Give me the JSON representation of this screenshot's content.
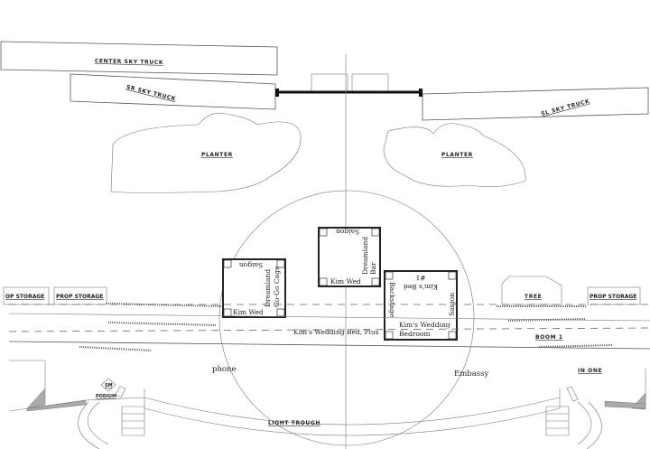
{
  "trucks": {
    "center": "CENTER SKY TRUCK",
    "sr": "SR SKY TRUCK",
    "sl": "SL SKY TRUCK"
  },
  "planters": {
    "left": "PLANTER",
    "right": "PLANTER"
  },
  "storage": {
    "left_partial": "OP STORAGE",
    "left": "PROP STORAGE",
    "right": "PROP STORAGE",
    "tree": "TREE"
  },
  "units": {
    "gogo_cage": {
      "top": "Saigon",
      "name_line1": "Dreamland",
      "name_line2": "Go-Go Cage",
      "bottom": "Kim Wed"
    },
    "bar": {
      "top": "Saigon",
      "name_line1": "Dreamland",
      "name_line2": "Bar",
      "bottom": "Kim Wed"
    },
    "bedroom": {
      "top_line1": "Kim's Bed",
      "top_line2": "#1",
      "side_left": "Backstage",
      "side_right": "Saigon",
      "name_line1": "Kim's Wedding",
      "name_line2": "Bedroom"
    }
  },
  "labels": {
    "wedding_bed": "Kim's Wedding Bed, Plus",
    "phone": "phone",
    "embassy": "Embassy",
    "in_one": "IN ONE",
    "boom": "BOOM 1",
    "light_trough": "LIGHT TROUGH",
    "podium_sm": "SM",
    "podium": "PODIUM"
  }
}
